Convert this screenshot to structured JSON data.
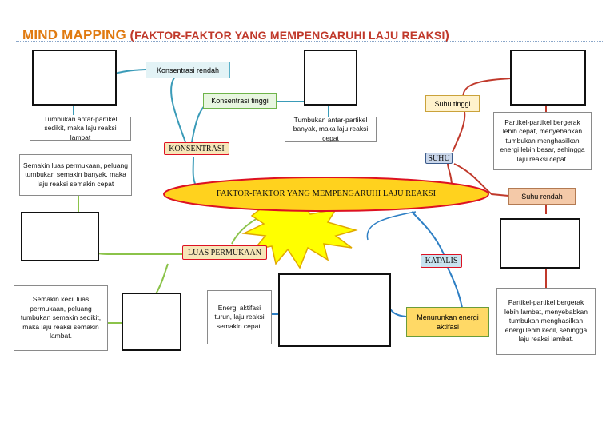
{
  "title": {
    "main": "MIND MAPPING",
    "open": " (",
    "sub": "FAKTOR-FAKTOR YANG MEMPENGARUHI LAJU REAKSI",
    "close": ")"
  },
  "center": {
    "text": "FAKTOR-FAKTOR YANG MEMPENGARUHI LAJU REAKSI"
  },
  "konsentrasi": {
    "key": "KONSENTRASI",
    "rendah": "Konsentrasi rendah",
    "tinggi": "Konsentrasi tinggi",
    "text_rendah": "Tumbukan antar-partikel sedikit, maka laju reaksi lambat",
    "text_tinggi": "Tumbukan antar-partikel banyak, maka laju reaksi cepat"
  },
  "suhu": {
    "key": "SUHU",
    "tinggi": "Suhu tinggi",
    "rendah": "Suhu rendah",
    "text_tinggi": "Partikel-partikel bergerak lebih cepat, menyebabkan tumbukan menghasilkan energi lebih besar, sehingga laju reaksi cepat.",
    "text_rendah": "Partikel-partikel bergerak lebih lambat, menyebabkan tumbukan menghasilkan energi lebih kecil, sehingga laju reaksi lambat."
  },
  "luas": {
    "key": "LUAS PERMUKAAN",
    "text_luas": "Semakin luas permukaan, peluang tumbukan semakin banyak, maka laju reaksi semakin cepat",
    "text_kecil": "Semakin kecil luas permukaan, peluang tumbukan semakin sedikit, maka laju reaksi semakin lambat."
  },
  "katalis": {
    "key": "KATALIS",
    "menurunkan": "Menurunkan energi aktifasi",
    "text": "Energi aktifasi turun, laju reaksi semakin cepat."
  },
  "colors": {
    "title": "#e07a10",
    "ellipse": "#ffd21e",
    "ellipse_border": "#d12",
    "star": "#ffff00",
    "konsentrasi_line": "#3a9bb8",
    "suhu_line": "#c0392b",
    "luas_line": "#8bc34a",
    "katalis_line": "#2e7fc4"
  }
}
